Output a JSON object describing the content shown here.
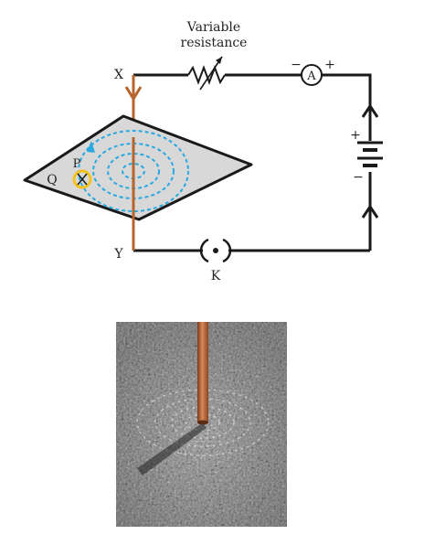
{
  "labels": {
    "variable_resistance_line1": "Variable",
    "variable_resistance_line2": "resistance",
    "point_x": "X",
    "point_y": "Y",
    "key": "K",
    "ammeter": "A",
    "ammeter_minus": "−",
    "ammeter_plus": "+",
    "battery_plus": "+",
    "battery_minus": "−",
    "point_p": "P",
    "point_q": "Q"
  },
  "colors": {
    "wire": "#1a1a1a",
    "conductor": "#b5652d",
    "field_lines": "#29a9e0",
    "compass": "#f3c21a",
    "cardboard": "#d8d8d8",
    "iron_filings_bg": "#9b9b9b"
  },
  "icons": {
    "resistor": "variable-resistor-icon",
    "ammeter": "ammeter-icon",
    "battery": "battery-icon",
    "key": "plug-key-icon",
    "compass": "compass-needle-icon"
  }
}
